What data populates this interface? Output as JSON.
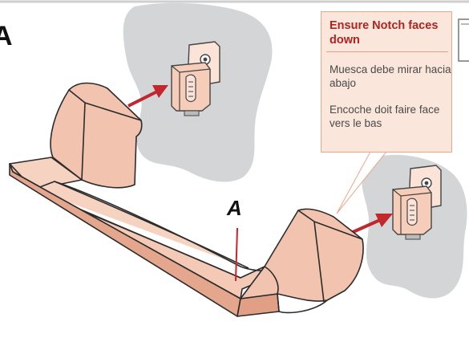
{
  "callout": {
    "title": "Ensure Notch faces down",
    "spanish": "Muesca debe mirar hacia abajo",
    "french": "Encoche doit faire face vers le bas"
  },
  "labels": {
    "part_letter": "A",
    "step_letter": "A"
  },
  "colors": {
    "accent_red": "#b2231f",
    "callout_bg": "#fbe6dc",
    "callout_border": "#e8a88a",
    "bar_fill": "#f2c3ae",
    "bar_dark": "#e4a68c",
    "wall_gray": "#d2d4d6",
    "arrow_red": "#c1272d"
  },
  "icons": [
    "mounting-bracket-icon",
    "install-arrow-icon",
    "toilet-paper-holder-bar"
  ]
}
